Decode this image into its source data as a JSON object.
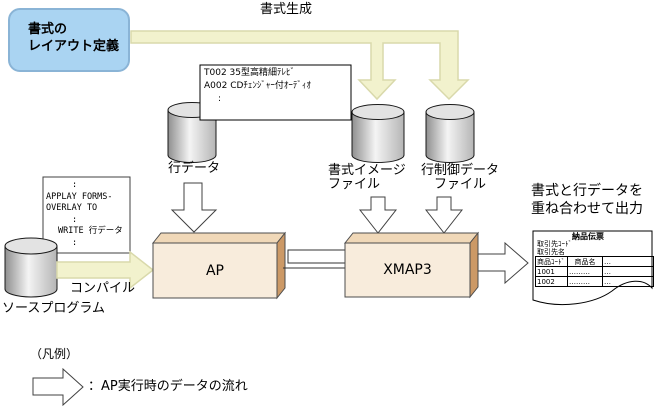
{
  "colors": {
    "layout_box_fill": "#aad4f2",
    "layout_box_border": "#8ab4d6",
    "flow_arrow_fill": "#f2f2cd",
    "flow_arrow_stroke": "#d9d9ab",
    "module_front": "#f8ecdc",
    "module_top": "#f0d8b8",
    "module_side": "#cc9966"
  },
  "layout_def_box": {
    "line1": "書式の",
    "line2": "レイアウト定義"
  },
  "labels": {
    "format_generation": "書式生成",
    "line_data": "行データ",
    "format_image_file_line1": "書式イメージ",
    "format_image_file_line2": "ファイル",
    "line_control_file_line1": "行制御データ",
    "line_control_file_line2": "ファイル",
    "source_program": "ソースプログラム",
    "compile": "コンパイル",
    "ap": "AP",
    "xmap3": "XMAP3",
    "output_line1": "書式と行データを",
    "output_line2": "重ね合わせて出力"
  },
  "line_data_sample": {
    "line1": "T002 35型高精細ﾃﾚﾋﾞ",
    "line2": "A002 CDﾁｪﾝｼﾞｬｰ付ｵｰﾃﾞｨｵ",
    "line3": ":"
  },
  "source_snippet": {
    "line1": ":",
    "line2": "APPLAY FORMS-",
    "line3": "OVERLAY TO",
    "line4": ":",
    "line5": "WRITE 行データ",
    "line6": ":"
  },
  "document": {
    "title": "納品伝票",
    "field1": "取引先ｺｰﾄﾞ",
    "field2": "取引先名",
    "table": {
      "headers": [
        "商品ｺｰﾄﾞ",
        "商品名",
        "…"
      ],
      "rows": [
        [
          "1001",
          "………",
          "…"
        ],
        [
          "1002",
          "………",
          "…"
        ]
      ]
    }
  },
  "legend": {
    "title": "（凡例）",
    "flow_label": "：AP実行時のデータの流れ"
  }
}
